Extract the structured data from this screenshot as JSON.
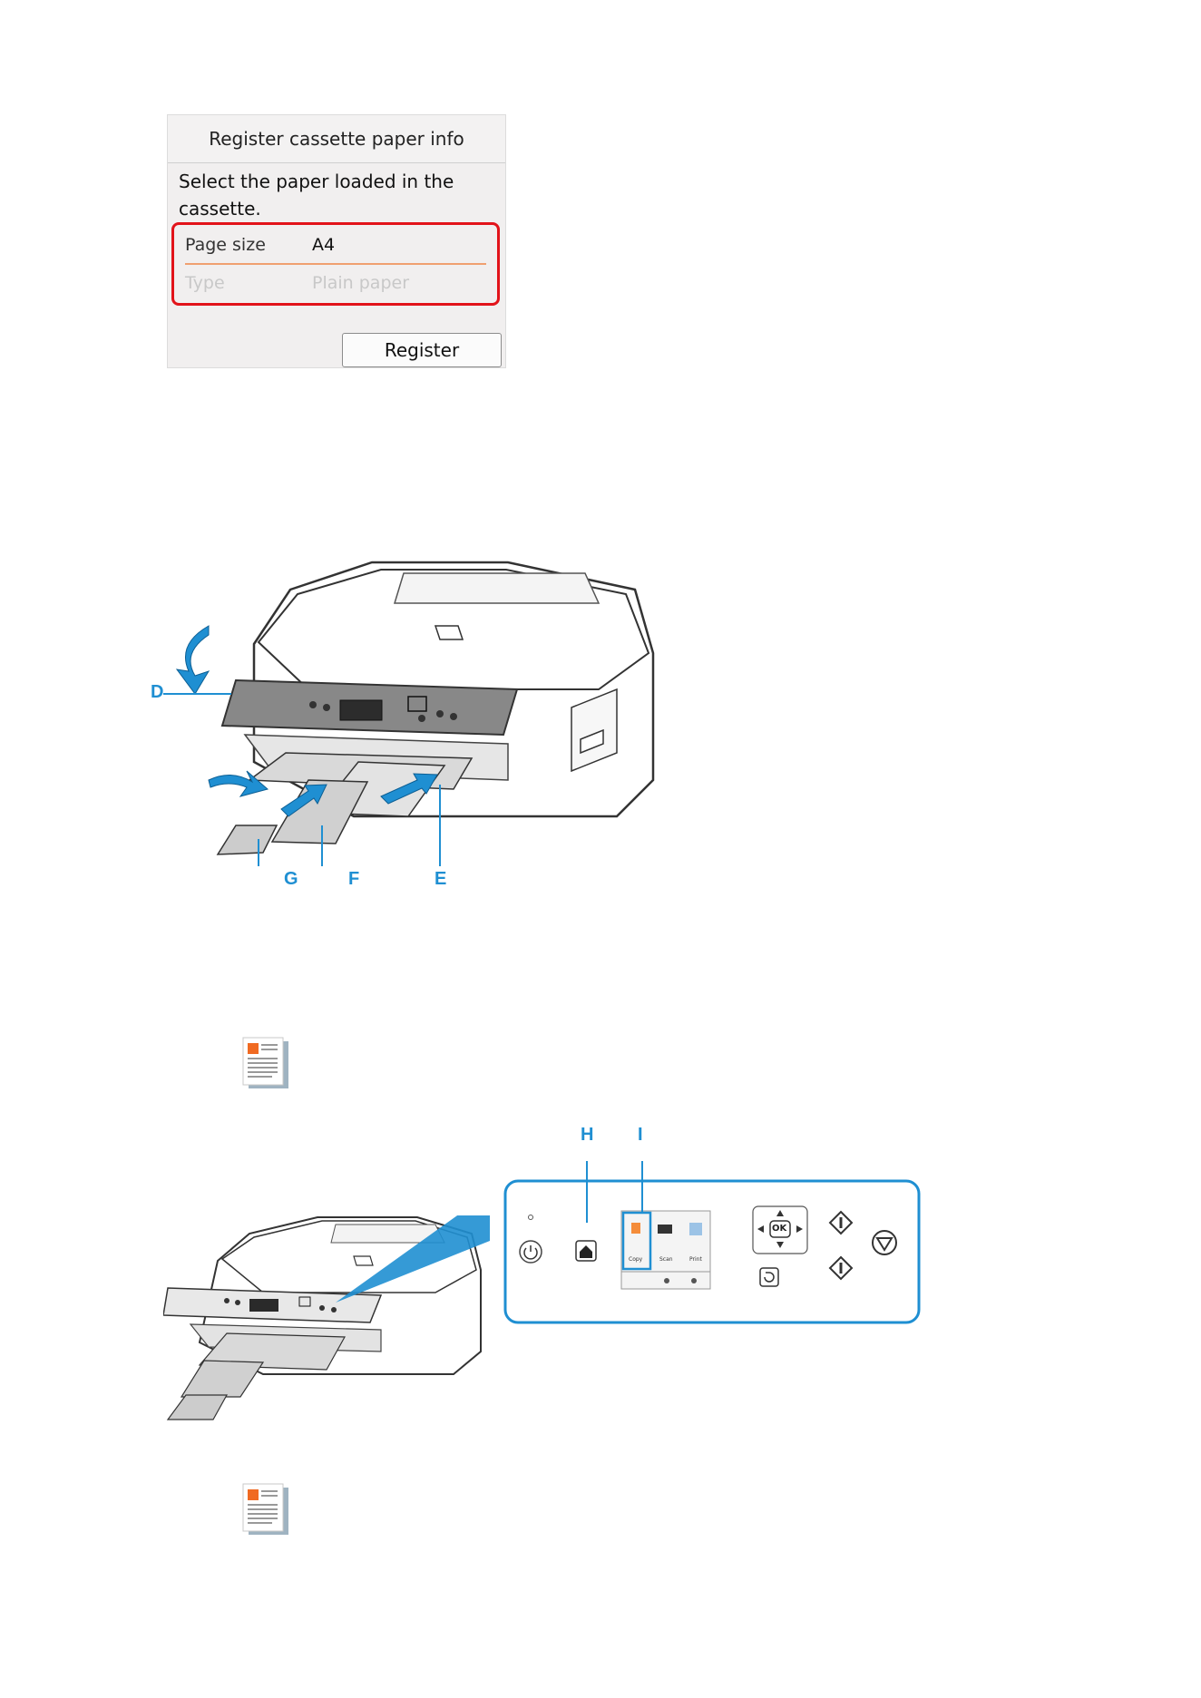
{
  "lcd": {
    "title": "Register cassette paper info",
    "message": "Select the paper loaded in the cassette.",
    "rows": [
      {
        "label": "Page size",
        "value": "A4"
      },
      {
        "label": "Type",
        "value": "Plain paper"
      }
    ],
    "register_button": "Register"
  },
  "figure1": {
    "labels": {
      "d": "D",
      "e": "E",
      "f": "F",
      "g": "G"
    }
  },
  "figure2": {
    "labels": {
      "h": "H",
      "i": "I"
    },
    "panel": {
      "copy": "Copy",
      "scan": "Scan",
      "print": "Print",
      "ok": "OK"
    }
  },
  "colors": {
    "callout_blue": "#1f8fd2",
    "highlight_red": "#e2131a"
  }
}
